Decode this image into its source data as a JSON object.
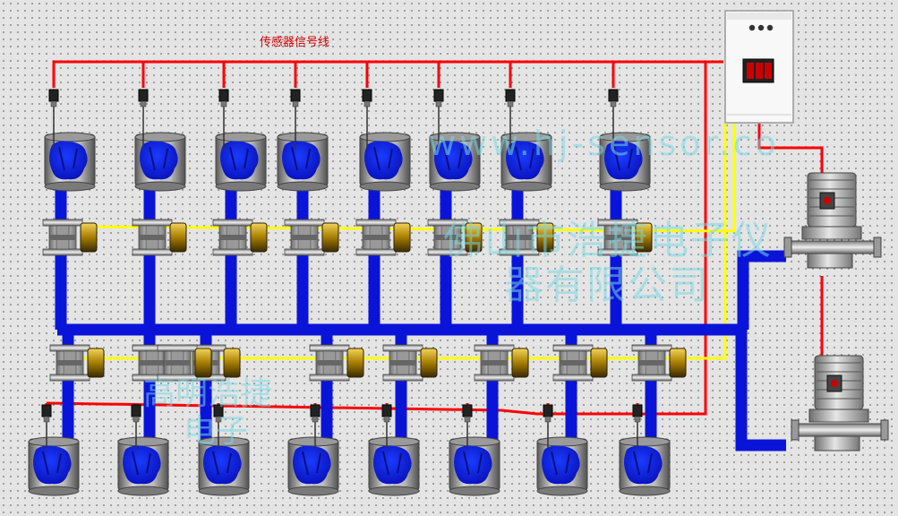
{
  "diagram": {
    "signal_line_label": "传感器信号线",
    "watermark_url": "www.hj-sensor.co",
    "watermark_company_line1": "佛山市浩捷电子仪",
    "watermark_company_line2": "器有限公司",
    "watermark_left_line1": "高明浩捷",
    "watermark_left_line2": "电子"
  },
  "colors": {
    "signal_wire": "#ff0000",
    "control_wire": "#ffff00",
    "water_pipe": "#0a14d8",
    "tank_metal": "#a9a9a9",
    "valve_actuator": "#c09a10",
    "controller_display": "#cc0000",
    "background": "#e4e4e4"
  },
  "icons": {
    "sensor": "level-sensor-icon",
    "tank": "water-tank-icon",
    "valve": "motorized-valve-icon",
    "pump": "centrifugal-pump-icon",
    "controller": "control-cabinet-icon"
  },
  "components": {
    "upper_tanks": 8,
    "lower_tanks": 8,
    "upper_valves": 8,
    "lower_valves": 9,
    "pumps": 2,
    "controllers": 1
  }
}
